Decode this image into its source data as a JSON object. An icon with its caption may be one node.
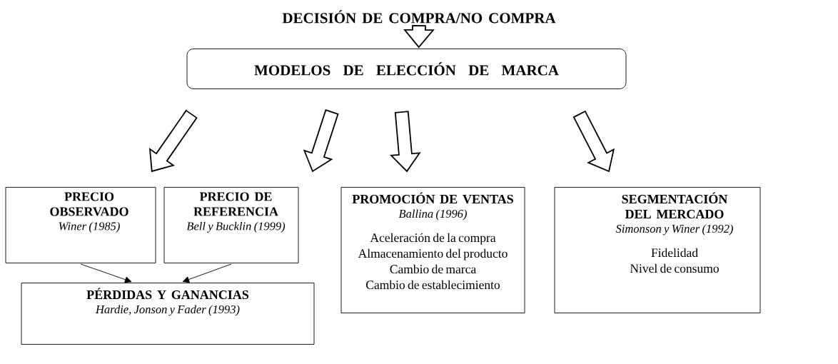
{
  "diagram": {
    "nodes": [
      {
        "text": [
          "DECISIÓN DE COMPRA/NO COMPRA"
        ]
      },
      {
        "text": [
          "MODELOS DE ELECCIÓN DE MARCA"
        ]
      },
      {
        "text": [
          "PRECIO OBSERVADO",
          "Winer (1985)"
        ]
      },
      {
        "text": [
          "PRECIO DE REFERENCIA",
          "Bell y Bucklin (1999)"
        ]
      },
      {
        "text": [
          "PROMOCIÓN DE VENTAS",
          "Ballina (1996)",
          "Aceleración de la compra",
          "Almacenamiento del producto",
          "Cambio de marca",
          "Cambio de establecimiento"
        ]
      },
      {
        "text": [
          "SEGMENTACIÓN DEL MERCADO",
          "Simonson y Winer (1992)",
          "Fidelidad",
          "Nivel de consumo"
        ]
      },
      {
        "text": [
          "PÉRDIDAS Y GANANCIAS",
          "Hardie, Jonson y Fader (1993)"
        ]
      }
    ],
    "edges": [
      {
        "from": 0,
        "to": 1,
        "arrow": "to",
        "style": "thick"
      },
      {
        "from": 1,
        "to": 2,
        "arrow": "to",
        "style": "thick"
      },
      {
        "from": 1,
        "to": 3,
        "arrow": "to",
        "style": "thick"
      },
      {
        "from": 1,
        "to": 4,
        "arrow": "to",
        "style": "thick"
      },
      {
        "from": 1,
        "to": 5,
        "arrow": "to",
        "style": "thick"
      },
      {
        "from": 2,
        "to": 6,
        "arrow": "to"
      },
      {
        "from": 3,
        "to": 6,
        "arrow": "to"
      }
    ]
  }
}
